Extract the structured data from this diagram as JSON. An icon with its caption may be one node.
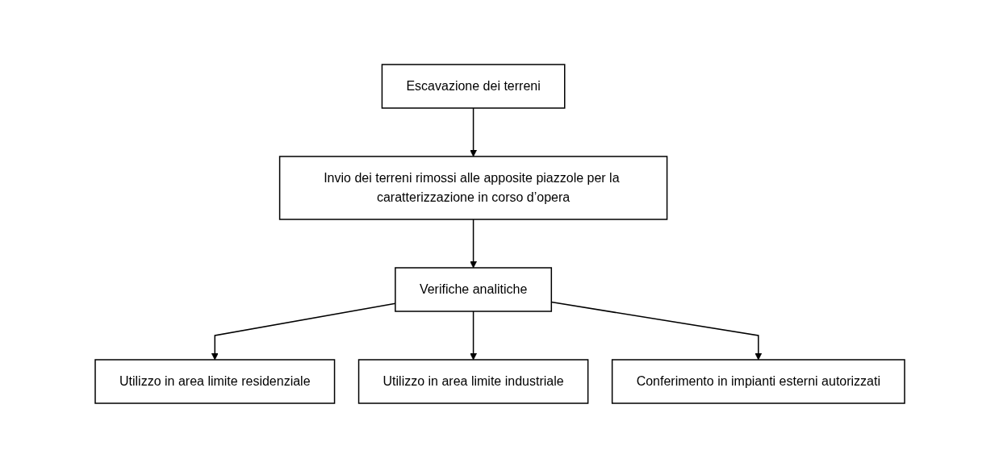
{
  "diagram": {
    "nodes": [
      {
        "text": [
          "Escavazione dei terreni"
        ]
      },
      {
        "text": [
          "Invio dei terreni rimossi alle apposite piazzole per la caratterizzazione in corso d’opera"
        ]
      },
      {
        "text": [
          "Verifiche analitiche"
        ]
      },
      {
        "text": [
          "Utilizzo in area limite residenziale"
        ]
      },
      {
        "text": [
          "Utilizzo in area limite industriale"
        ]
      },
      {
        "text": [
          "Conferimento in impianti esterni autorizzati"
        ]
      }
    ],
    "edges": [
      {
        "from": 0,
        "to": 1,
        "arrow": "to"
      },
      {
        "from": 1,
        "to": 2,
        "arrow": "to"
      },
      {
        "from": 2,
        "to": 3,
        "arrow": "to"
      },
      {
        "from": 2,
        "to": 4,
        "arrow": "to"
      },
      {
        "from": 2,
        "to": 5,
        "arrow": "to"
      }
    ]
  }
}
